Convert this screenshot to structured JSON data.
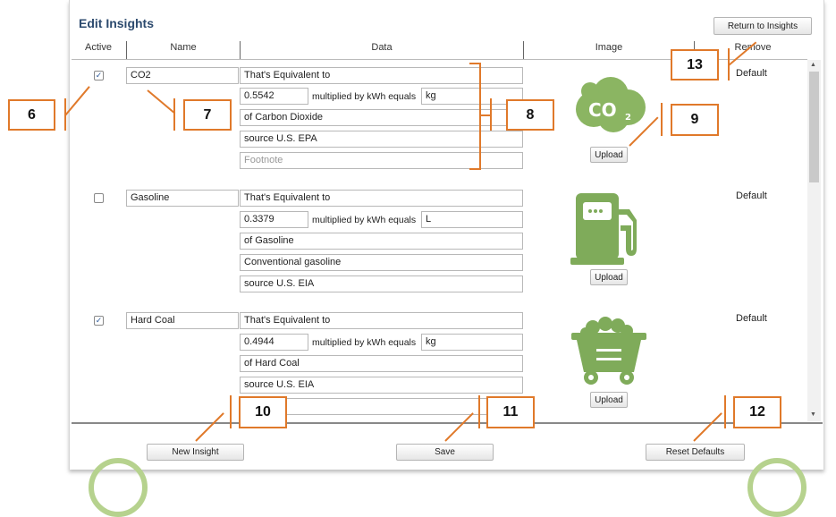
{
  "header": {
    "title": "Edit Insights",
    "return_button": "Return to Insights"
  },
  "columns": {
    "active": "Active",
    "name": "Name",
    "data": "Data",
    "image": "Image",
    "remove": "Remove"
  },
  "rows": [
    {
      "active": true,
      "name": "CO2",
      "line1": "That's Equivalent to",
      "factor": "0.5542",
      "multiplied_label": "multiplied by kWh equals",
      "unit": "kg",
      "line3": "of Carbon Dioxide",
      "line4": "source U.S. EPA",
      "line5_placeholder": "Footnote",
      "upload": "Upload",
      "remove": "Default",
      "icon": "co2-cloud-icon"
    },
    {
      "active": false,
      "name": "Gasoline",
      "line1": "That's Equivalent to",
      "factor": "0.3379",
      "multiplied_label": "multiplied by kWh equals",
      "unit": "L",
      "line3": "of Gasoline",
      "line4": "Conventional gasoline",
      "line5": "source U.S. EIA",
      "upload": "Upload",
      "remove": "Default",
      "icon": "gas-pump-icon"
    },
    {
      "active": true,
      "name": "Hard Coal",
      "line1": "That's Equivalent to",
      "factor": "0.4944",
      "multiplied_label": "multiplied by kWh equals",
      "unit": "kg",
      "line3": "of Hard Coal",
      "line4": "source U.S. EIA",
      "upload": "Upload",
      "remove": "Default",
      "icon": "coal-cart-icon"
    }
  ],
  "footer": {
    "new_insight": "New Insight",
    "save": "Save",
    "reset_defaults": "Reset Defaults"
  },
  "callouts": [
    "6",
    "7",
    "8",
    "9",
    "10",
    "11",
    "12",
    "13"
  ],
  "colors": {
    "icon_green": "#7fab5a",
    "callout_orange": "#e0792a",
    "title_blue": "#2c4a6e"
  }
}
